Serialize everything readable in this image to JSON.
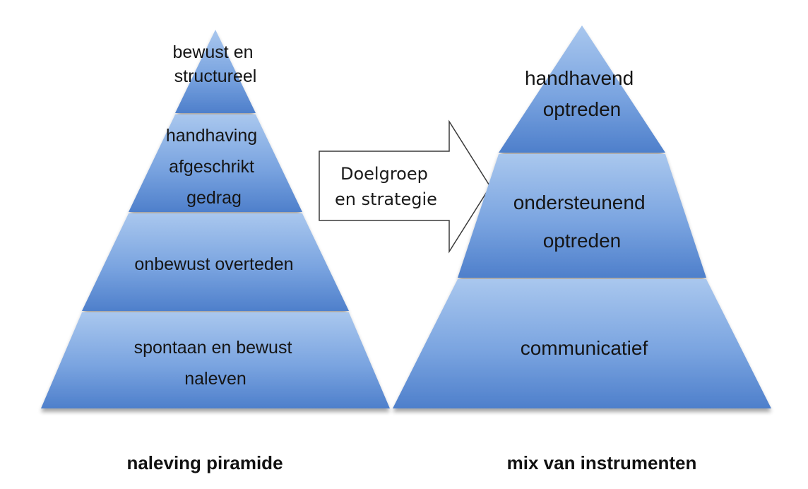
{
  "left_pyramid": {
    "layers": [
      {
        "lines": [
          "bewust en",
          "structureel"
        ]
      },
      {
        "lines": [
          "handhaving",
          "afgeschrikt",
          "gedrag"
        ]
      },
      {
        "lines": [
          "onbewust overteden"
        ]
      },
      {
        "lines": [
          "spontaan en bewust",
          "naleven"
        ]
      }
    ],
    "caption": "naleving piramide"
  },
  "arrow": {
    "lines": [
      "Doelgroep",
      "en strategie"
    ]
  },
  "right_pyramid": {
    "layers": [
      {
        "lines": [
          "handhavend",
          "optreden"
        ]
      },
      {
        "lines": [
          "ondersteunend",
          "optreden"
        ]
      },
      {
        "lines": [
          "communicatief"
        ]
      }
    ],
    "caption": "mix van instrumenten"
  },
  "colors": {
    "layer_top": "#a9c7ee",
    "layer_mid": "#6f9bdc",
    "layer_bottom": "#4e7fcb"
  }
}
